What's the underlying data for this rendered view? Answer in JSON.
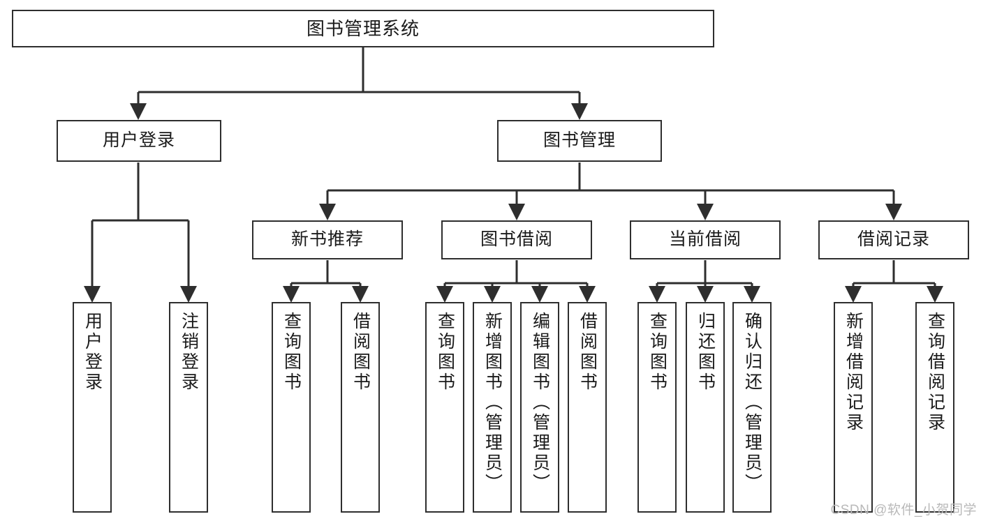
{
  "diagram": {
    "type": "hierarchy-tree",
    "title": "图书管理系统",
    "background_color": "#ffffff",
    "node_border_color": "#2e2e2e",
    "connector_color": "#2e2e2e",
    "watermark": "CSDN @软件_小贺同学",
    "nodes": {
      "root": {
        "label": "图书管理系统"
      },
      "level2": [
        {
          "id": "user-login",
          "label": "用户登录"
        },
        {
          "id": "book-manage",
          "label": "图书管理"
        }
      ],
      "level3": [
        {
          "id": "new-book-recommend",
          "label": "新书推荐"
        },
        {
          "id": "book-borrow",
          "label": "图书借阅"
        },
        {
          "id": "current-borrow",
          "label": "当前借阅"
        },
        {
          "id": "borrow-record",
          "label": "借阅记录"
        }
      ],
      "leaves": [
        {
          "id": "leaf-user-login",
          "label": "用户登录",
          "parent": "user-login"
        },
        {
          "id": "leaf-logout",
          "label": "注销登录",
          "parent": "user-login"
        },
        {
          "id": "leaf-query-book-1",
          "label": "查询图书",
          "parent": "new-book-recommend"
        },
        {
          "id": "leaf-borrow-book-1",
          "label": "借阅图书",
          "parent": "new-book-recommend"
        },
        {
          "id": "leaf-query-book-2",
          "label": "查询图书",
          "parent": "book-borrow"
        },
        {
          "id": "leaf-add-book",
          "label": "新增图书（管理员）",
          "parent": "book-borrow"
        },
        {
          "id": "leaf-edit-book",
          "label": "编辑图书（管理员）",
          "parent": "book-borrow"
        },
        {
          "id": "leaf-borrow-book-2",
          "label": "借阅图书",
          "parent": "book-borrow"
        },
        {
          "id": "leaf-query-book-3",
          "label": "查询图书",
          "parent": "current-borrow"
        },
        {
          "id": "leaf-return-book",
          "label": "归还图书",
          "parent": "current-borrow"
        },
        {
          "id": "leaf-confirm-return",
          "label": "确认归还（管理员）",
          "parent": "current-borrow"
        },
        {
          "id": "leaf-add-record",
          "label": "新增借阅记录",
          "parent": "borrow-record"
        },
        {
          "id": "leaf-query-record",
          "label": "查询借阅记录",
          "parent": "borrow-record"
        }
      ]
    }
  }
}
